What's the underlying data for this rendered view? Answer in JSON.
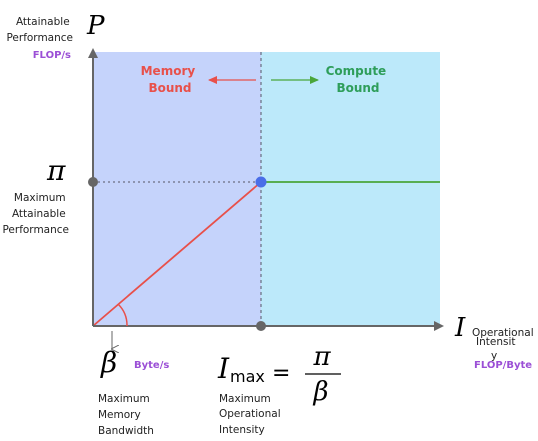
{
  "y_axis": {
    "symbol": "P",
    "label_line1": "Attainable",
    "label_line2": "Performance",
    "unit": "FLOP/s"
  },
  "x_axis": {
    "symbol": "I",
    "label_line1": "Operational",
    "label_line2": "Intensit",
    "label_line3": "y",
    "unit": "FLOP/Byte"
  },
  "pi": {
    "symbol": "π",
    "label_line1": "Maximum",
    "label_line2": "Attainable",
    "label_line3": "Performance"
  },
  "beta": {
    "symbol": "β",
    "unit": "Byte/s",
    "label_line1": "Maximum",
    "label_line2": "Memory",
    "label_line3": "Bandwidth"
  },
  "ridge": {
    "symbol_I": "I",
    "subscript": "max",
    "equals": "=",
    "numerator": "π",
    "denominator": "β",
    "label_line1": "Maximum",
    "label_line2": "Operational",
    "label_line3": "Intensity"
  },
  "regions": {
    "memory_line1": "Memory",
    "memory_line2": "Bound",
    "compute_line1": "Compute",
    "compute_line2": "Bound"
  },
  "colors": {
    "memory_region": "#c5d3fb",
    "compute_region": "#bce9fa",
    "memory_text": "#e8504a",
    "compute_text": "#2e9e5a",
    "roof_memory": "#e8504a",
    "roof_compute": "#4aa63a",
    "ridge_point": "#4a6ee8",
    "axis": "#666666",
    "unit_text": "#9b4fd6"
  }
}
